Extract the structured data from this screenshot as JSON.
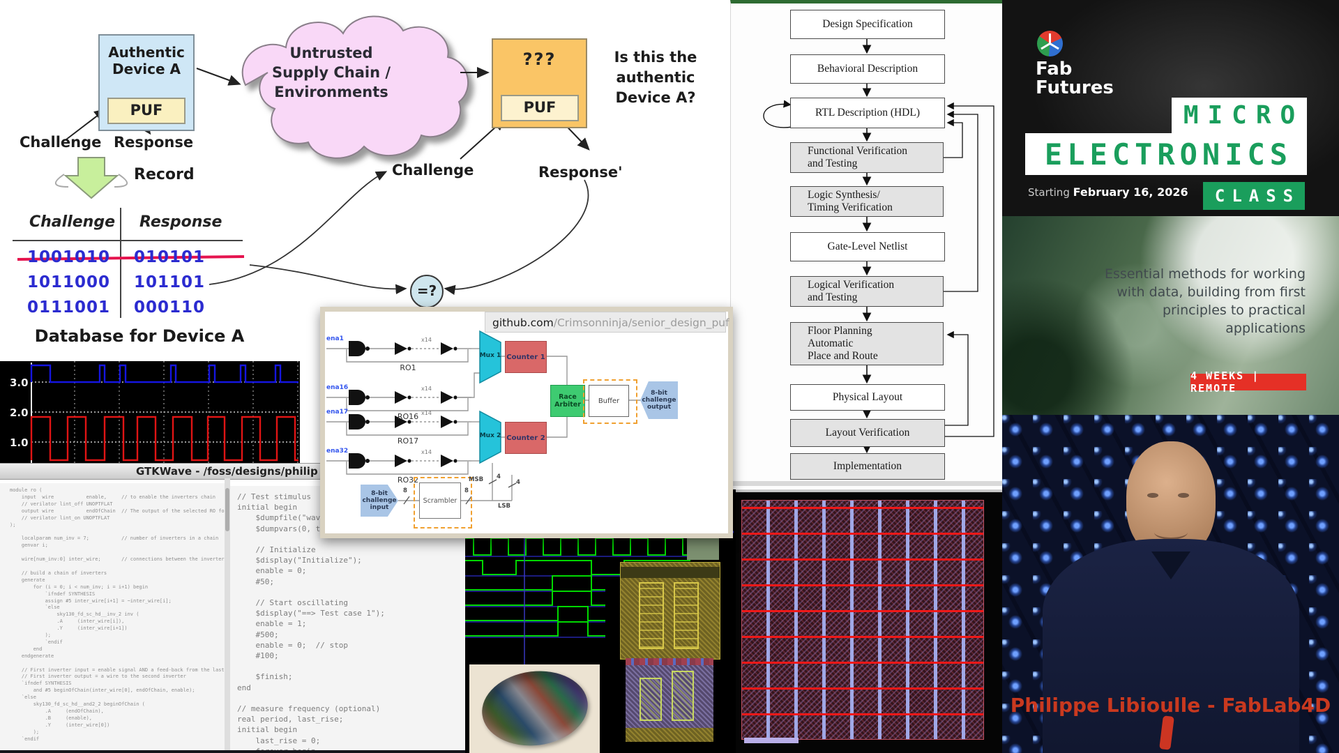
{
  "puf_diagram": {
    "device_title": "Authentic\nDevice A",
    "device_puf": "PUF",
    "cloud_text": "Untrusted\nSupply Chain /\nEnvironments",
    "unknown_title": "???",
    "unknown_puf": "PUF",
    "question_text": "Is this the\nauthentic\nDevice A?",
    "challenge_left": "Challenge",
    "response_left": "Response",
    "record": "Record",
    "challenge_mid": "Challenge",
    "response_prime": "Response'",
    "equals": "=?",
    "table_header_challenge": "Challenge",
    "table_header_response": "Response",
    "rows": [
      {
        "c": "1001010",
        "r": "010101"
      },
      {
        "c": "1011000",
        "r": "101101"
      },
      {
        "c": "0111001",
        "r": "000110"
      }
    ],
    "caption": "Database for Device A"
  },
  "flowchart": {
    "steps": [
      {
        "label": "Design Specification"
      },
      {
        "label": "Behavioral Description"
      },
      {
        "label": "RTL Description (HDL)"
      },
      {
        "label": "Functional Verification\nand Testing"
      },
      {
        "label": "Logic Synthesis/\nTiming Verification"
      },
      {
        "label": "Gate-Level Netlist"
      },
      {
        "label": "Logical Verification\nand Testing"
      },
      {
        "label": "Floor Planning\nAutomatic\nPlace and Route"
      },
      {
        "label": "Physical Layout"
      },
      {
        "label": "Layout Verification"
      },
      {
        "label": "Implementation"
      }
    ]
  },
  "scope": {
    "labels": [
      "3.0",
      "2.0",
      "1.0"
    ]
  },
  "gtkwave": {
    "title": "GTKWave - /foss/designs/philip"
  },
  "code_left": "module ro (\n    input  wire           enable,     // to enable the inverters chain\n    // verilator lint_off UNOPTFLAT\n    output wire           endOfChain  // The output of the selected RO for that challenge (\n    // verilator lint_on UNOPTFLAT\n);\n\n    localparam num_inv = 7;           // number of inverters in a chain\n    genvar i;\n\n    wire[num_inv:0] inter_wire;       // connections between the inverters\n\n    // build a chain of inverters\n    generate\n        for (i = 0; i < num_inv; i = i+1) begin\n            `ifndef SYNTHESIS\n            assign #5 inter_wire[i+1] = ~inter_wire[i];\n            `else\n                sky130_fd_sc_hd__inv_2 inv (\n                .A     (inter_wire[i]),\n                .Y     (inter_wire[i+1])\n            );\n            `endif\n        end\n    endgenerate\n\n    // First inverter input = enable signal AND a feed-back from the last inverter\n    // First inverter output = a wire to the second inverter\n    `ifndef SYNTHESIS\n        and #5 beginOfChain(inter_wire[0], endOfChain, enable);\n    `else\n        sky130_fd_sc_hd__and2_2 beginOfChain (\n            .A     (endOfChain),\n            .B     (enable),\n            .Y     (inter_wire[0])\n        );\n    `endif",
  "code_right": "// Test stimulus\ninitial begin\n    $dumpfile(\"waves.vc\n    $dumpvars(0, test_r\n\n    // Initialize\n    $display(\"Initialize\");\n    enable = 0;\n    #50;\n\n    // Start oscillating\n    $display(\"==> Test case 1\");\n    enable = 1;\n    #500;\n    enable = 0;  // stop\n    #100;\n\n    $finish;\nend\n\n// measure frequency (optional)\nreal period, last_rise;\ninitial begin\n    last_rise = 0;\n    forever begin\n        @(posedge endOfChain);",
  "block_diagram": {
    "url_host": "github.com",
    "url_path": "/Crimsonninja/senior_design_puf",
    "rows": [
      {
        "ena": "ena1",
        "x14": "x14",
        "ro": "RO1"
      },
      {
        "ena": "ena16",
        "x14": "x14",
        "ro": "RO16"
      },
      {
        "ena": "ena17",
        "x14": "x14",
        "ro": "RO17"
      },
      {
        "ena": "ena32",
        "x14": "x14",
        "ro": "RO32"
      }
    ],
    "mux1": "Mux 1",
    "mux2": "Mux 2",
    "counter1": "Counter 1",
    "counter2": "Counter 2",
    "race_arbiter": "Race\nArbiter",
    "buffer": "Buffer",
    "challenge_output": "8-bit\nchallenge\noutput",
    "challenge_input": "8-bit\nchallenge\ninput",
    "scrambler": "Scrambler",
    "msb": "MSB",
    "lsb": "LSB",
    "bus_msb": "4",
    "bus_lsb": "4",
    "bus_in": "8",
    "bus_scr": "8"
  },
  "poster": {
    "brand_line1": "Fab",
    "brand_line2": "Futures",
    "title_micro": "MICRO",
    "title_electronics": "ELECTRONICS",
    "title_class": "CLASS",
    "starting_prefix": "Starting ",
    "starting_date": "February 16, 2026",
    "description": "Essential methods for working\nwith data, building from first\nprinciples to practical\napplications",
    "badge": "4 WEEKS | REMOTE",
    "credit": "Philippe Libioulle - FabLab4D",
    "colors": {
      "green": "#1a9e5c",
      "badge_red": "#e53026",
      "credit_red": "#c9391f"
    }
  }
}
